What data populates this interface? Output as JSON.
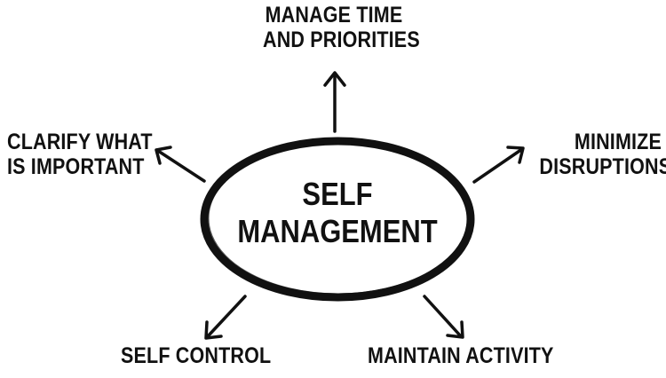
{
  "center": {
    "line1": "SELF",
    "line2": "MANAGEMENT"
  },
  "nodes": {
    "top": {
      "line1": "MANAGE TIME",
      "line2": "AND PRIORITIES"
    },
    "left": {
      "line1": "CLARIFY WHAT",
      "line2": "IS IMPORTANT"
    },
    "right": {
      "line1": "MINIMIZE",
      "line2": "DISRUPTIONS"
    },
    "bottom_left": {
      "line1": "SELF CONTROL"
    },
    "bottom_right": {
      "line1": "MAINTAIN ACTIVITY"
    }
  },
  "colors": {
    "ink": "#111111",
    "background": "#ffffff"
  }
}
